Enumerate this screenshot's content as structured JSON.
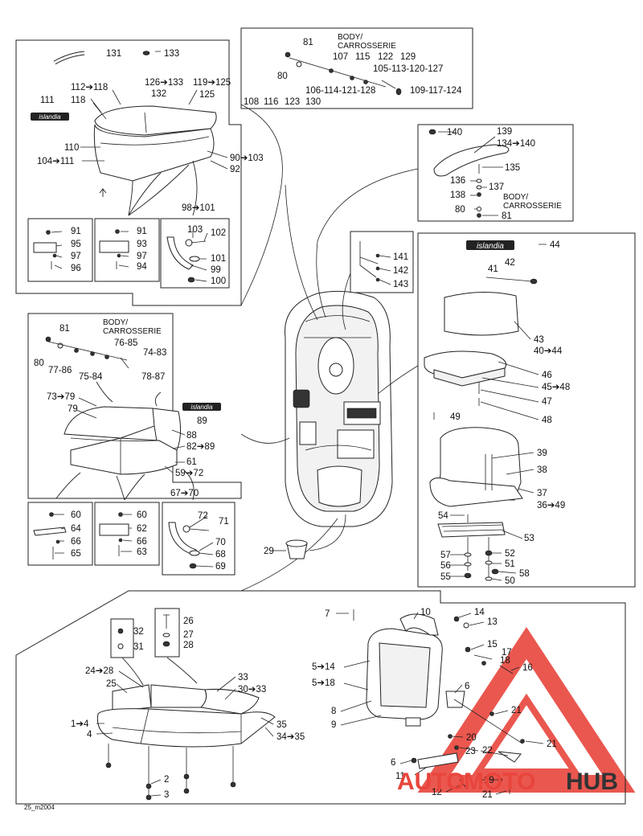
{
  "labels": {
    "p131": "131",
    "p133": "133",
    "p111": "111",
    "p118": "118",
    "p112_118": "112➔118",
    "p126_133": "126➔133",
    "p119_125": "119➔125",
    "p132": "132",
    "p125": "125",
    "p110": "110",
    "p104_111": "104➔111",
    "p90_103": "90➔103",
    "p92": "92",
    "p98_101": "98➔101",
    "p103": "103",
    "p102": "102",
    "p101": "101",
    "p99": "99",
    "p100": "100",
    "p91a": "91",
    "p95": "95",
    "p97a": "97",
    "p96": "96",
    "p91b": "91",
    "p93": "93",
    "p97b": "97",
    "p94": "94",
    "p81a": "81",
    "p80a": "80",
    "p107": "107",
    "p115": "115",
    "p122": "122",
    "p129": "129",
    "p105": "105-113-120-127",
    "p106": "106-114-121-128",
    "p109": "109-117-124",
    "p108": "108",
    "p116": "116",
    "p123": "123",
    "p130": "130",
    "p140": "140",
    "p139": "139",
    "p134_140": "134➔140",
    "p135": "135",
    "p136": "136",
    "p137": "137",
    "p138": "138",
    "p80b": "80",
    "p81b": "81",
    "p141": "141",
    "p142": "142",
    "p143": "143",
    "p44": "44",
    "p42": "42",
    "p41": "41",
    "p43": "43",
    "p40_44": "40➔44",
    "p46": "46",
    "p45_48": "45➔48",
    "p47": "47",
    "p48": "48",
    "p49": "49",
    "p39": "39",
    "p38": "38",
    "p37": "37",
    "p36_49": "36➔49",
    "p54": "54",
    "p53": "53",
    "p57": "57",
    "p52": "52",
    "p56": "56",
    "p51": "51",
    "p55": "55",
    "p58": "58",
    "p50": "50",
    "p81c": "81",
    "p80c": "80",
    "p77_86": "77-86",
    "p76_85": "76-85",
    "p74_83": "74-83",
    "p75_84": "75-84",
    "p78_87": "78-87",
    "p73_79": "73➔79",
    "p79": "79",
    "p89": "89",
    "p88": "88",
    "p82_89": "82➔89",
    "p61": "61",
    "p59_72": "59➔72",
    "p67_70": "67➔70",
    "p60a": "60",
    "p64": "64",
    "p66a": "66",
    "p65": "65",
    "p60b": "60",
    "p62": "62",
    "p66b": "66",
    "p63": "63",
    "p72": "72",
    "p71": "71",
    "p70": "70",
    "p68": "68",
    "p69": "69",
    "p29": "29",
    "p32": "32",
    "p31": "31",
    "p26": "26",
    "p27": "27",
    "p28": "28",
    "p24_28": "24➔28",
    "p25": "25",
    "p33": "33",
    "p30_33": "30➔33",
    "p1_4": "1➔4",
    "p4": "4",
    "p35": "35",
    "p34_35": "34➔35",
    "p2": "2",
    "p3": "3",
    "p7": "7",
    "p10": "10",
    "p14": "14",
    "p13": "13",
    "p15": "15",
    "p17": "17",
    "p18": "18",
    "p16": "16",
    "p6a": "6",
    "p5_14": "5➔14",
    "p5_18": "5➔18",
    "p8": "8",
    "p9": "9",
    "p21a": "21",
    "p20": "20",
    "p21b": "21",
    "p23": "23",
    "p22": "22",
    "p6b": "6",
    "p11": "11",
    "p19": "19",
    "p12": "12",
    "p21c": "21"
  },
  "body_note_lines": [
    "BODY/",
    "CARROSSERIE"
  ],
  "logo_text": "islandia",
  "footer_code": "25_m2004",
  "watermark": {
    "text_a": "AUTO",
    "text_b": "MOTO",
    "text_c": "HUB",
    "color_red": "#e8453c",
    "color_dark": "#333333"
  }
}
